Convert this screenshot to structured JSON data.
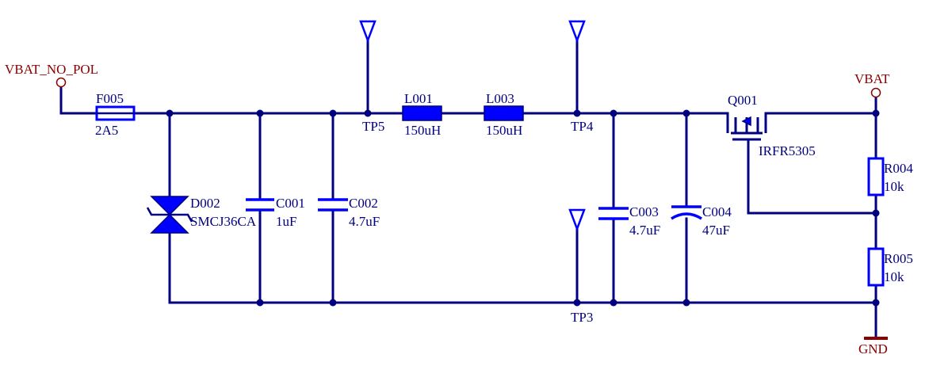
{
  "nets": {
    "input": "VBAT_NO_POL",
    "output": "VBAT",
    "ground": "GND"
  },
  "test_points": {
    "tp5": "TP5",
    "tp4": "TP4",
    "tp3": "TP3"
  },
  "components": {
    "fuse": {
      "ref": "F005",
      "value": "2A5"
    },
    "tvs": {
      "ref": "D002",
      "value": "SMCJ36CA"
    },
    "c001": {
      "ref": "C001",
      "value": "1uF"
    },
    "c002": {
      "ref": "C002",
      "value": "4.7uF"
    },
    "l001": {
      "ref": "L001",
      "value": "150uH"
    },
    "l003": {
      "ref": "L003",
      "value": "150uH"
    },
    "c003": {
      "ref": "C003",
      "value": "4.7uF"
    },
    "c004": {
      "ref": "C004",
      "value": "47uF"
    },
    "q001": {
      "ref": "Q001",
      "value": "IRFR5305"
    },
    "r004": {
      "ref": "R004",
      "value": "10k"
    },
    "r005": {
      "ref": "R005",
      "value": "10k"
    }
  }
}
